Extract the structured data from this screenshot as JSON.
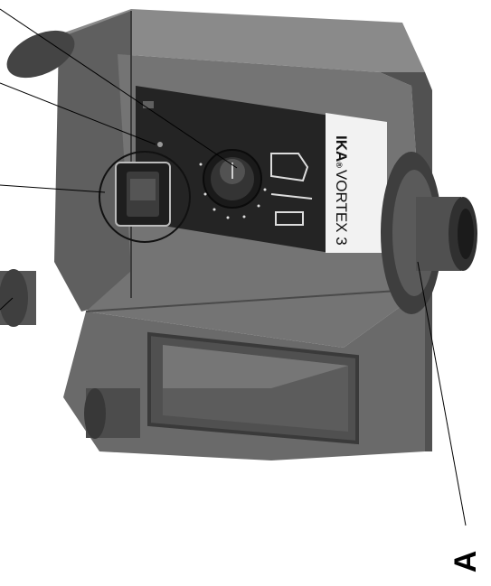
{
  "device": {
    "brand": "IKA",
    "model": "VORTEX 3",
    "registered_mark": "®"
  },
  "callouts": {
    "a": "A"
  },
  "colors": {
    "housing": "#6e6e6e",
    "panel": "#2a2a2a",
    "background": "#ffffff",
    "label": "#f2f2f2"
  },
  "icons": [
    "knob",
    "power-switch",
    "indicator-lamp",
    "test-tube-holder"
  ]
}
